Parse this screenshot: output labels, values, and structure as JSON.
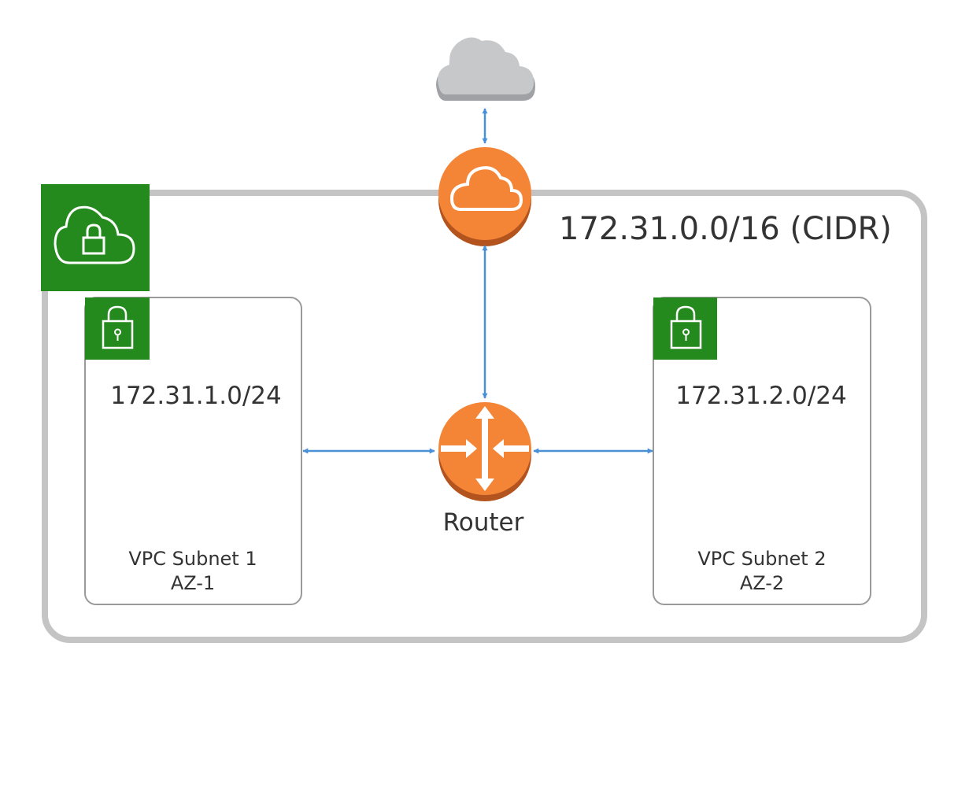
{
  "vpc": {
    "cidr_label": "172.31.0.0/16 (CIDR)"
  },
  "subnets": [
    {
      "cidr": "172.31.1.0/24",
      "name": "VPC Subnet 1",
      "az": "AZ-1"
    },
    {
      "cidr": "172.31.2.0/24",
      "name": "VPC Subnet 2",
      "az": "AZ-2"
    }
  ],
  "router": {
    "label": "Router"
  },
  "colors": {
    "vpc_border": "#c4c4c4",
    "subnet_border": "#9a9a9a",
    "aws_green": "#248a1d",
    "aws_orange": "#f58536",
    "aws_orange_dark": "#b3541e",
    "internet_cloud": "#c7c8ca",
    "connector": "#4a90d6"
  },
  "icons": {
    "internet": "cloud-icon",
    "gateway": "internet-gateway-icon",
    "vpc": "vpc-cloud-lock-icon",
    "subnet": "padlock-icon",
    "router": "router-icon"
  }
}
